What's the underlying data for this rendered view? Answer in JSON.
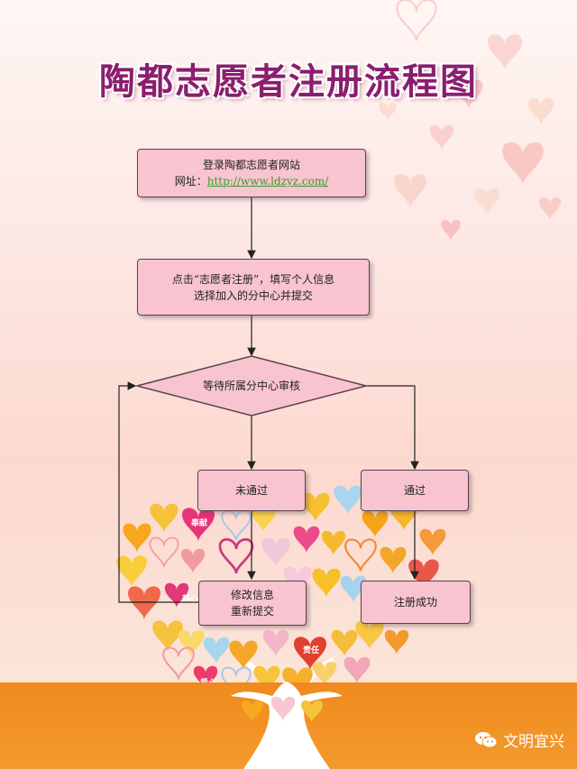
{
  "title": "陶都志愿者注册流程图",
  "steps": {
    "login_line1": "登录陶都志愿者网站",
    "login_url_label": "网址：",
    "login_url": "http://www.ldzyz.com/",
    "register_line1": "点击“志愿者注册”，填写个人信息",
    "register_line2": "选择加入的分中心并提交",
    "review": "等待所属分中心审核",
    "fail": "未通过",
    "pass": "通过",
    "modify_line1": "修改信息",
    "modify_line2": "重新提交",
    "success": "注册成功"
  },
  "heart_words": [
    "奉献",
    "热心",
    "责任",
    "爱心"
  ],
  "watermark": "文明宜兴",
  "colors": {
    "box_fill": "#f8c4d0",
    "title": "#8a1e6e",
    "orange_band": "#f08a1e",
    "link": "#3a9a2a"
  }
}
